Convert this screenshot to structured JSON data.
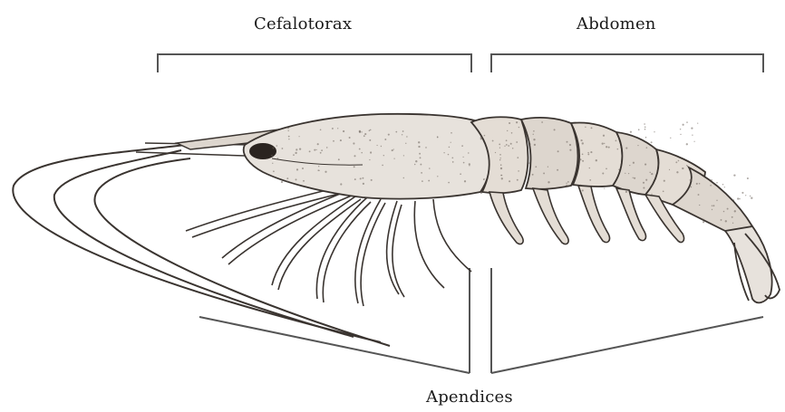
{
  "labels": {
    "cephalothorax": "Cefalotorax",
    "abdomen": "Abdomen",
    "appendages": "Apendices"
  },
  "colors": {
    "line": "#555555",
    "body_fill": "#e7e2dc",
    "body_stroke": "#3a3430",
    "stipple": "#6a615a",
    "segment_fill": "#ddd6ce"
  }
}
